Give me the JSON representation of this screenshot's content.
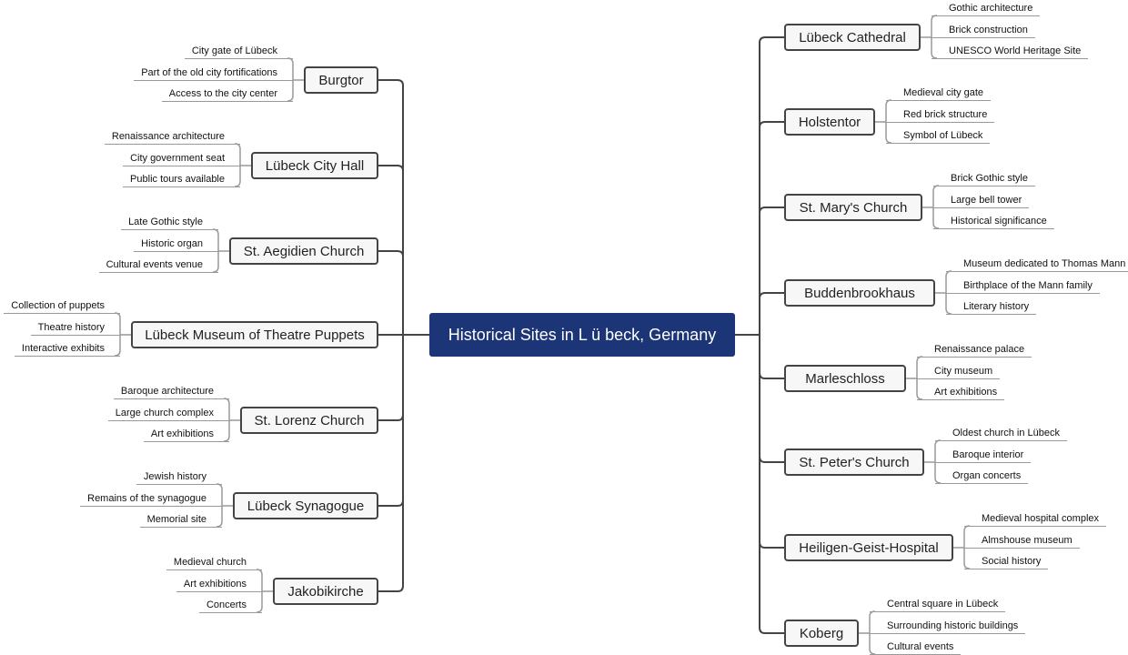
{
  "root": {
    "title": "Historical Sites in L ü beck, Germany",
    "color": "#1b3577"
  },
  "left_topics": [
    {
      "label": "Burgtor",
      "details": [
        "City gate of Lübeck",
        "Part of the old city fortifications",
        "Access to the city center"
      ]
    },
    {
      "label": "Lübeck City Hall",
      "details": [
        "Renaissance architecture",
        "City government seat",
        "Public tours available"
      ]
    },
    {
      "label": "St. Aegidien Church",
      "details": [
        "Late Gothic style",
        "Historic organ",
        "Cultural events venue"
      ]
    },
    {
      "label": "Lübeck Museum of Theatre Puppets",
      "details": [
        "Collection of puppets",
        "Theatre history",
        "Interactive exhibits"
      ]
    },
    {
      "label": "St. Lorenz Church",
      "details": [
        "Baroque architecture",
        "Large church complex",
        "Art exhibitions"
      ]
    },
    {
      "label": "Lübeck Synagogue",
      "details": [
        "Jewish history",
        "Remains of the synagogue",
        "Memorial site"
      ]
    },
    {
      "label": "Jakobikirche",
      "details": [
        "Medieval church",
        "Art exhibitions",
        "Concerts"
      ]
    }
  ],
  "right_topics": [
    {
      "label": "Lübeck Cathedral",
      "details": [
        "Gothic architecture",
        "Brick construction",
        "UNESCO World Heritage Site"
      ]
    },
    {
      "label": "Holstentor",
      "details": [
        "Medieval city gate",
        "Red brick structure",
        "Symbol of Lübeck"
      ]
    },
    {
      "label": "St. Mary's Church",
      "details": [
        "Brick Gothic style",
        "Large bell tower",
        "Historical significance"
      ]
    },
    {
      "label": "Buddenbrookhaus",
      "details": [
        "Museum dedicated to Thomas Mann",
        "Birthplace of the Mann family",
        "Literary history"
      ]
    },
    {
      "label": "Marleschloss",
      "details": [
        "Renaissance palace",
        "City museum",
        "Art exhibitions"
      ]
    },
    {
      "label": "St. Peter's Church",
      "details": [
        "Oldest church in Lübeck",
        "Baroque interior",
        "Organ concerts"
      ]
    },
    {
      "label": "Heiligen-Geist-Hospital",
      "details": [
        "Medieval hospital complex",
        "Almshouse museum",
        "Social history"
      ]
    },
    {
      "label": "Koberg",
      "details": [
        "Central square in Lübeck",
        "Surrounding historic buildings",
        "Cultural events"
      ]
    }
  ]
}
